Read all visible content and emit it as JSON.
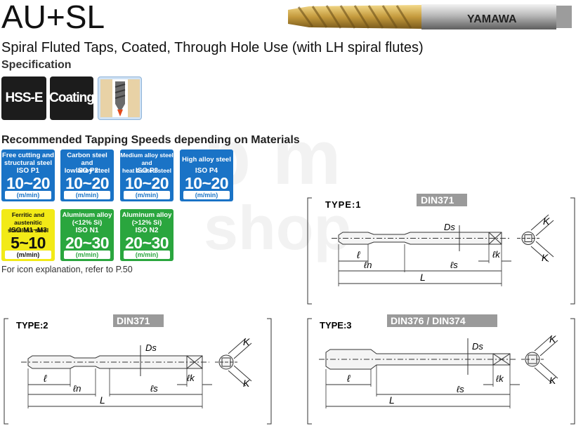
{
  "header": {
    "title": "AU+SL",
    "subtitle": "Spiral Fluted Taps, Coated, Through Hole Use  (with LH spiral flutes)",
    "brand_on_tool": "YAMAWA"
  },
  "specification": {
    "heading": "Specification",
    "badges": [
      {
        "label": "HSS-E",
        "icon": "hss-e-badge"
      },
      {
        "label": "Coating",
        "icon": "coating-badge"
      },
      {
        "label": "",
        "icon": "through-hole-icon"
      }
    ]
  },
  "speeds": {
    "heading": "Recommended Tapping Speeds depending on Materials",
    "unit": "(m/min)",
    "items": [
      {
        "cap1": "Free cutting and",
        "cap2": "structural steel",
        "iso": "ISO P1",
        "range": "10~20",
        "color": "#1a73c6"
      },
      {
        "cap1": "Carbon steel and",
        "cap2": "low alloy steel",
        "iso": "ISO P2",
        "range": "10~20",
        "color": "#1a73c6"
      },
      {
        "cap1": "Medium alloy steel and",
        "cap2": "heat treated steel",
        "iso": "ISO P3",
        "range": "10~20",
        "color": "#1a73c6"
      },
      {
        "cap1": "High alloy steel",
        "cap2": "",
        "iso": "ISO P4",
        "range": "10~20",
        "color": "#1a73c6"
      },
      {
        "cap1": "Ferritic and austenitic",
        "cap2": "stainless steel",
        "iso": "ISO M1~M3",
        "range": "5~10",
        "color": "#f2ea17"
      },
      {
        "cap1": "Aluminum alloy",
        "cap2": "(<12% Si)",
        "iso": "ISO N1",
        "range": "20~30",
        "color": "#2aa63e"
      },
      {
        "cap1": "Aluminum alloy",
        "cap2": "(>12% Si)",
        "iso": "ISO N2",
        "range": "20~30",
        "color": "#2aa63e"
      }
    ],
    "note": "For icon explanation, refer to P.50"
  },
  "drawings": {
    "type1": {
      "label": "TYPE:1",
      "standard": "DIN371"
    },
    "type2": {
      "label": "TYPE:2",
      "standard": "DIN371"
    },
    "type3": {
      "label": "TYPE:3",
      "standard": "DIN376 / DIN374"
    },
    "dims": {
      "Ds": "Ds",
      "l": "ℓ",
      "ln": "ℓn",
      "ls": "ℓs",
      "lk": "ℓk",
      "L": "L",
      "K": "K"
    }
  },
  "watermark": "pm shop"
}
